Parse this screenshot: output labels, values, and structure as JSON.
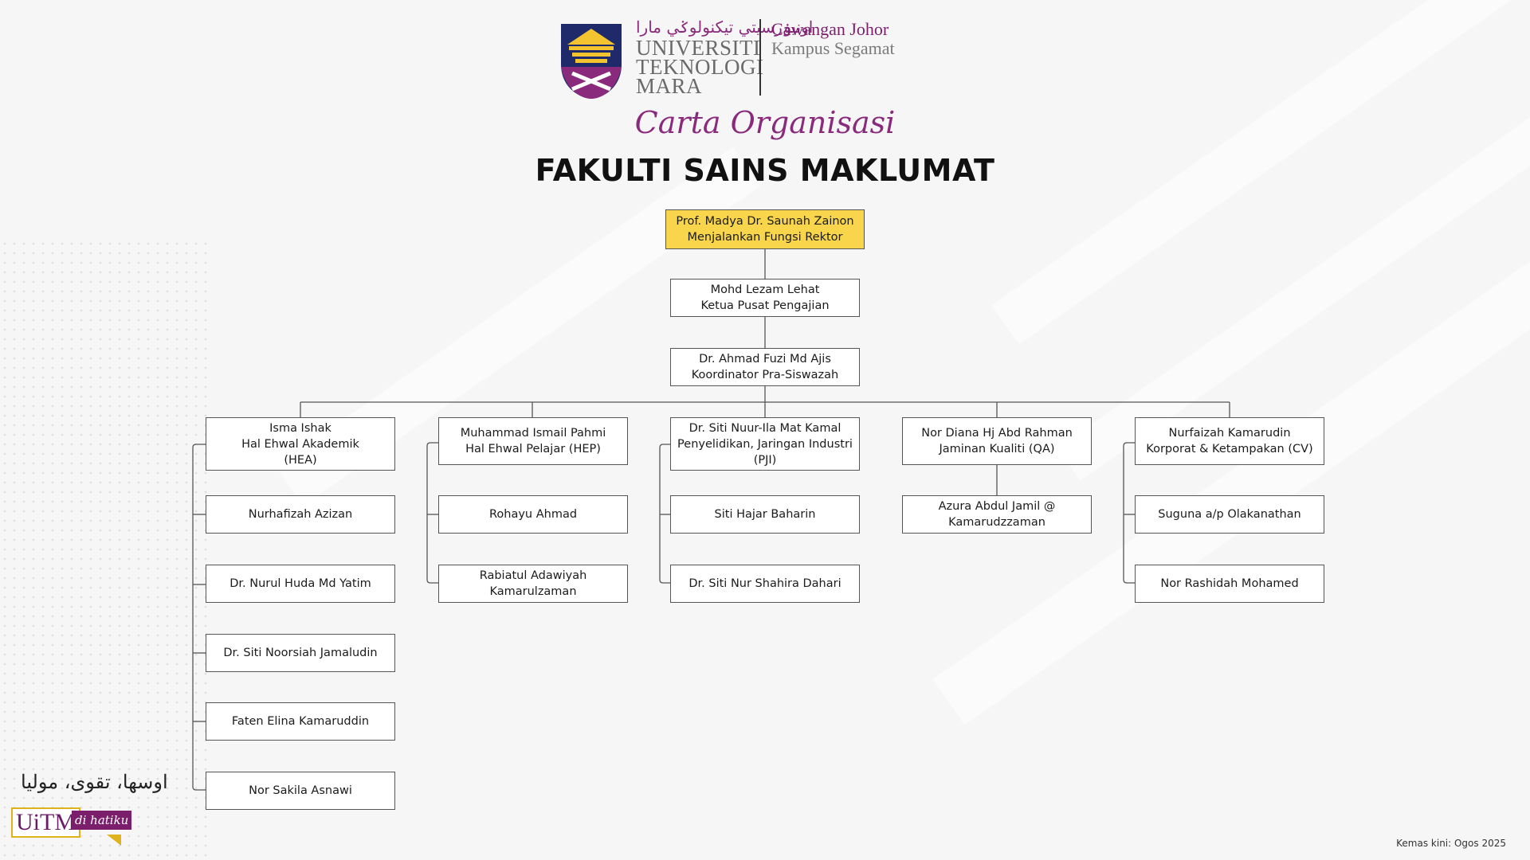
{
  "header": {
    "university_arabic": "اونيۏرسيتي تيكنولوݢي مارا",
    "university_line1": "UNIVERSITI",
    "university_line2": "TEKNOLOGI",
    "university_line3": "MARA",
    "campus_line1": "Cawangan Johor",
    "campus_line2": "Kampus Segamat"
  },
  "subtitle": "Carta Organisasi",
  "title": "FAKULTI SAINS MAKLUMAT",
  "chart": {
    "top": {
      "name": "Prof. Madya Dr. Saunah Zainon",
      "role": "Menjalankan Fungsi Rektor"
    },
    "level2": {
      "name": "Mohd Lezam Lehat",
      "role": "Ketua Pusat Pengajian"
    },
    "level3": {
      "name": "Dr. Ahmad Fuzi Md Ajis",
      "role": "Koordinator Pra-Siswazah"
    },
    "columns": [
      {
        "head": [
          "Isma Ishak",
          "Hal Ehwal Akademik",
          "(HEA)"
        ],
        "members": [
          "Nurhafizah Azizan",
          "Dr. Nurul Huda Md Yatim",
          "Dr. Siti Noorsiah Jamaludin",
          "Faten Elina Kamaruddin",
          "Nor Sakila Asnawi"
        ]
      },
      {
        "head": [
          "Muhammad Ismail Pahmi",
          "Hal Ehwal Pelajar (HEP)"
        ],
        "members": [
          "Rohayu Ahmad",
          "Rabiatul Adawiyah Kamarulzaman"
        ]
      },
      {
        "head": [
          "Dr. Siti Nuur-Ila Mat Kamal",
          "Penyelidikan, Jaringan Industri",
          "(PJI)"
        ],
        "members": [
          "Siti Hajar Baharin",
          "Dr. Siti Nur Shahira Dahari"
        ]
      },
      {
        "head": [
          "Nor Diana Hj Abd Rahman",
          "Jaminan Kualiti (QA)"
        ],
        "members": [
          "Azura Abdul Jamil @ Kamarudzzaman"
        ]
      },
      {
        "head": [
          "Nurfaizah Kamarudin",
          "Korporat & Ketampakan (CV)"
        ],
        "members": [
          "Suguna a/p Olakanathan",
          "Nor Rashidah Mohamed"
        ]
      }
    ]
  },
  "footer": {
    "motto_arabic": "اوسها، تقوى، موليا",
    "badge_main": "UiTM",
    "badge_tag": "di hatiku",
    "updated": "Kemas kini: Ogos 2025"
  },
  "colors": {
    "purple": "#7b1e6c",
    "gold": "#f8d54a",
    "badge_border": "#e0b21c"
  }
}
